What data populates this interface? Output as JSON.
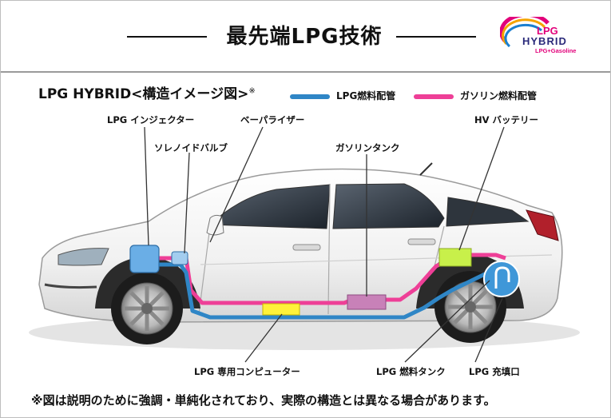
{
  "header": {
    "title": "最先端LPG技術",
    "logo": {
      "line1": "LPG",
      "line2": "HYBRID",
      "line3": "LPG+Gasoline"
    }
  },
  "subtitle": {
    "text": "LPG HYBRID<構造イメージ図>",
    "mark": "※"
  },
  "legend": {
    "lpg": {
      "label": "LPG燃料配管",
      "color": "#2f86c6"
    },
    "gasoline": {
      "label": "ガソリン燃料配管",
      "color": "#ee3f97"
    }
  },
  "callouts": {
    "lpg_injector": "LPG インジェクター",
    "vaporizer": "ベーパライザー",
    "solenoid_valve": "ソレノイドバルブ",
    "gasoline_tank": "ガソリンタンク",
    "hv_battery": "HV バッテリー",
    "lpg_computer": "LPG 専用コンピューター",
    "lpg_fuel_tank": "LPG 燃料タンク",
    "lpg_filler": "LPG 充填口"
  },
  "footer": "※図は説明のために強調・単純化されており、実際の構造とは異なる場合があります。"
}
